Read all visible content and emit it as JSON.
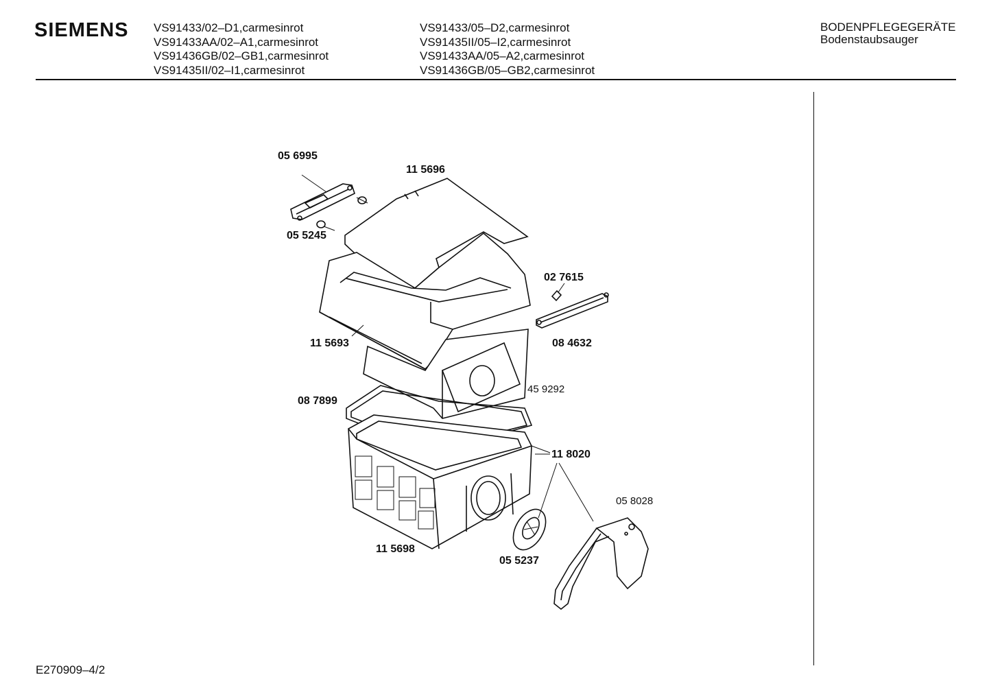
{
  "header": {
    "brand": "SIEMENS",
    "models_left": [
      "VS91433/02–D1,carmesinrot",
      "VS91433AA/02–A1,carmesinrot",
      "VS91436GB/02–GB1,carmesinrot",
      "VS91435II/02–I1,carmesinrot"
    ],
    "models_right": [
      "VS91433/05–D2,carmesinrot",
      "VS91435II/05–I2,carmesinrot",
      "VS91433AA/05–A2,carmesinrot",
      "VS91436GB/05–GB2,carmesinrot"
    ],
    "category_line1": "BODENPFLEGEGERÄTE",
    "category_line2": "Bodenstaubsauger"
  },
  "parts": {
    "p056995": "05 6995",
    "p115696": "11 5696",
    "p055245": "05 5245",
    "p027615": "02 7615",
    "p115693": "11 5693",
    "p084632": "08 4632",
    "p459292": "45 9292",
    "p087899": "08 7899",
    "p118020": "11 8020",
    "p058028": "05 8028",
    "p115698": "11 5698",
    "p055237": "05 5237"
  },
  "footer": {
    "document_id": "E270909–4/2"
  }
}
